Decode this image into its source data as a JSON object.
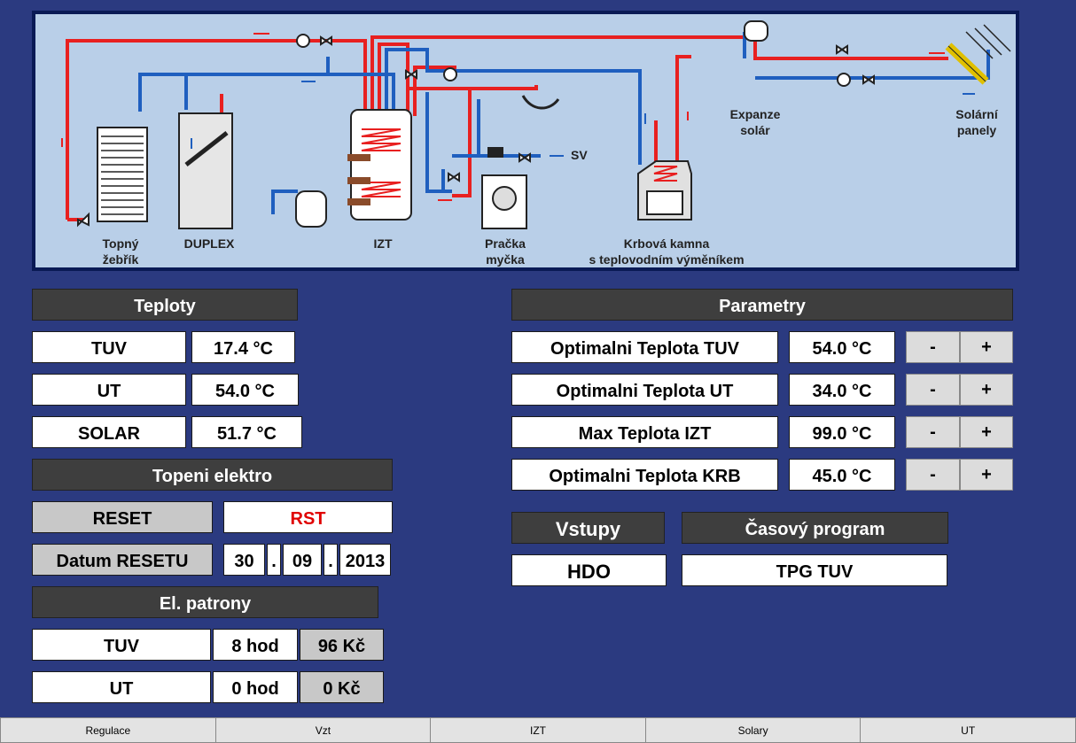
{
  "diagram": {
    "labels": {
      "topny": [
        "Topný",
        "žebřík"
      ],
      "duplex": "DUPLEX",
      "izt": "IZT",
      "pracka": [
        "Pračka",
        "myčka"
      ],
      "krbova": [
        "Krbová kamna",
        "s teplovodním výměníkem"
      ],
      "expanze": [
        "Expanze",
        "solár"
      ],
      "solarni": [
        "Solární",
        "panely"
      ],
      "sv": "SV"
    },
    "colors": {
      "hot": "#e82020",
      "cold": "#1f5fbf",
      "background": "#b9cfe8"
    }
  },
  "teploty": {
    "title": "Teploty",
    "rows": [
      {
        "label": "TUV",
        "value": "17.4 °C"
      },
      {
        "label": "UT",
        "value": "54.0 °C"
      },
      {
        "label": "SOLAR",
        "value": "51.7 °C"
      }
    ]
  },
  "topeni": {
    "title": "Topeni elektro",
    "reset_label": "RESET",
    "reset_value": "RST",
    "datum_label": "Datum RESETU",
    "day": "30",
    "sep1": ".",
    "month": "09",
    "sep2": ".",
    "year": "2013"
  },
  "patrony": {
    "title": "El. patrony",
    "rows": [
      {
        "label": "TUV",
        "hours": "8 hod",
        "cost": "96 Kč"
      },
      {
        "label": "UT",
        "hours": "0 hod",
        "cost": "0 Kč"
      }
    ]
  },
  "parametry": {
    "title": "Parametry",
    "minus": "-",
    "plus": "+",
    "rows": [
      {
        "label": "Optimalni Teplota TUV",
        "value": "54.0 °C"
      },
      {
        "label": "Optimalni Teplota UT",
        "value": "34.0 °C"
      },
      {
        "label": "Max Teplota IZT",
        "value": "99.0 °C"
      },
      {
        "label": "Optimalni Teplota KRB",
        "value": "45.0 °C"
      }
    ]
  },
  "vstupy": {
    "title": "Vstupy",
    "value": "HDO"
  },
  "casovy": {
    "title": "Časový program",
    "value": "TPG TUV"
  },
  "tabs": [
    "Regulace",
    "Vzt",
    "IZT",
    "Solary",
    "UT"
  ]
}
